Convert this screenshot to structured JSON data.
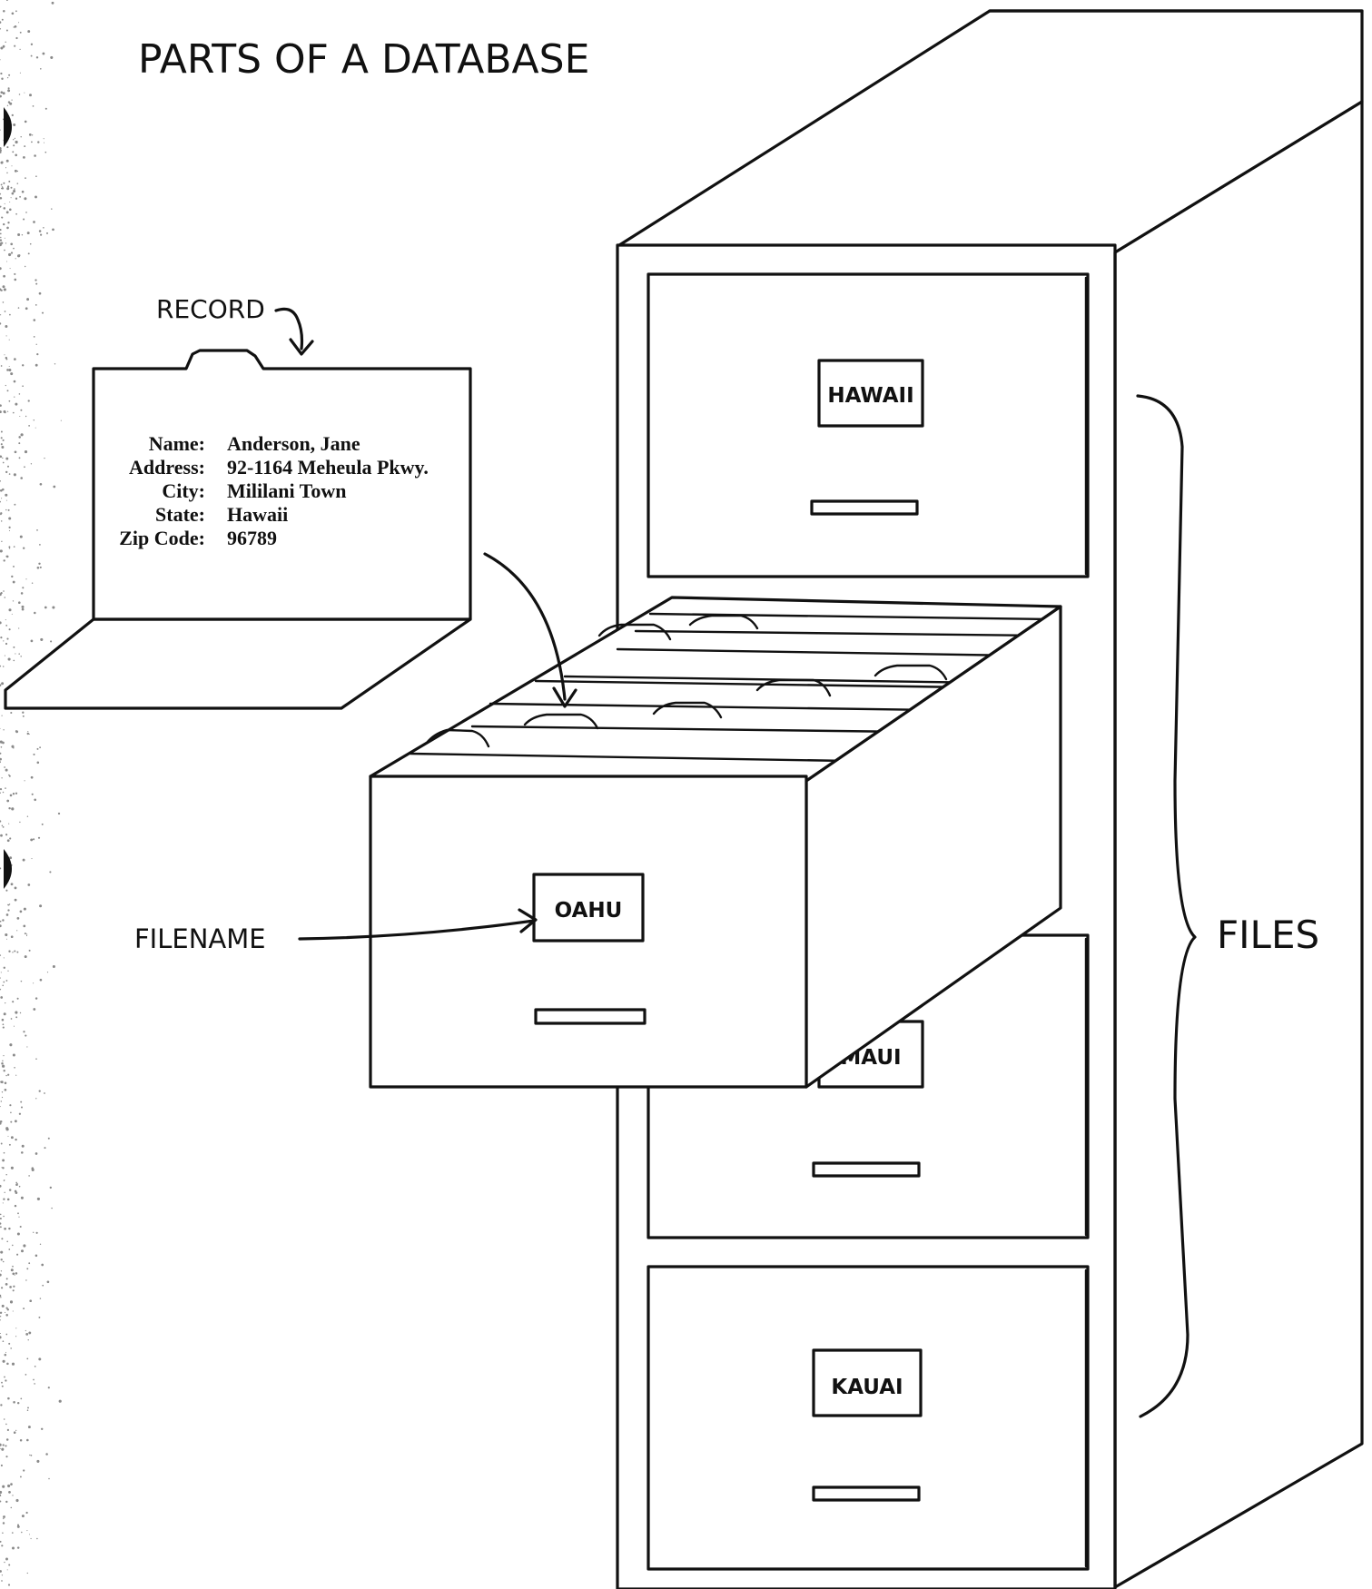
{
  "title": "PARTS OF A DATABASE",
  "labels": {
    "record": "RECORD",
    "filename": "FILENAME",
    "files": "FILES"
  },
  "record": {
    "fields": [
      {
        "label": "Name:",
        "value": "Anderson, Jane"
      },
      {
        "label": "Address:",
        "value": "92-1164 Meheula Pkwy."
      },
      {
        "label": "City:",
        "value": "Mililani Town"
      },
      {
        "label": "State:",
        "value": "Hawaii"
      },
      {
        "label": "Zip Code:",
        "value": "96789"
      }
    ]
  },
  "drawers": {
    "top": "HAWAII",
    "open": "OAHU",
    "third": "MAUI",
    "bottom": "KAUAI"
  }
}
